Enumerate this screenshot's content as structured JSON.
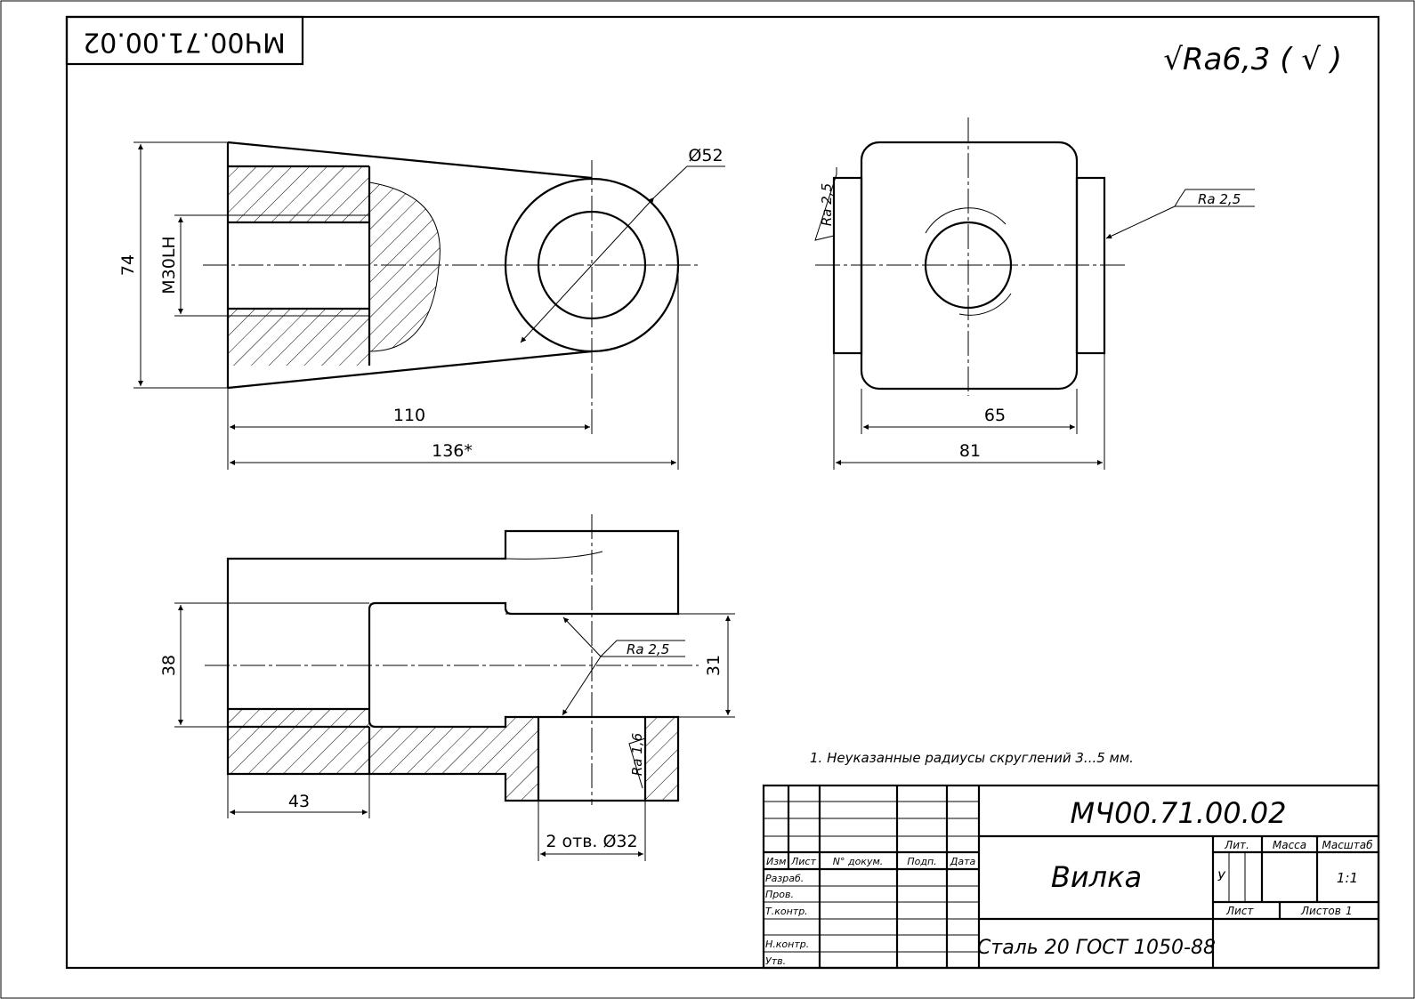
{
  "stamp_code": "МЧ00.71.00.02",
  "roughness_general": "√Ra6,3 ( √ )",
  "dims": {
    "d74": "74",
    "m30": "M30LH",
    "d52": "Ø52",
    "d110": "110",
    "d136": "136*",
    "d65": "65",
    "d81": "81",
    "d38": "38",
    "d31": "31",
    "d43": "43",
    "holes": "2 отв. Ø32"
  },
  "roughness": {
    "ra25_left": "Ra 2,5",
    "ra25_right": "Ra 2,5",
    "ra25_bottom": "Ra 2,5",
    "ra16": "Ra 1,6"
  },
  "note": "1.    Неуказанные радиусы скруглений 3...5 мм.",
  "title_block": {
    "code": "МЧ00.71.00.02",
    "name": "Вилка",
    "material": "Сталь 20  ГОСТ 1050-88",
    "headers": {
      "izm": "Изм",
      "list": "Лист",
      "doc": "N° докум.",
      "sign": "Подп.",
      "date": "Дата"
    },
    "roles": {
      "razrab": "Разраб.",
      "prov": "Пров.",
      "tkontr": "Т.контр.",
      "nkontr": "Н.контр.",
      "utv": "Утв."
    },
    "lit_label": "Лит.",
    "mass_label": "Масса",
    "scale_label": "Масштаб",
    "lit_value": "У",
    "scale_value": "1:1",
    "sheet_label": "Лист",
    "sheets_label": "Листов",
    "sheets_value": "1"
  }
}
